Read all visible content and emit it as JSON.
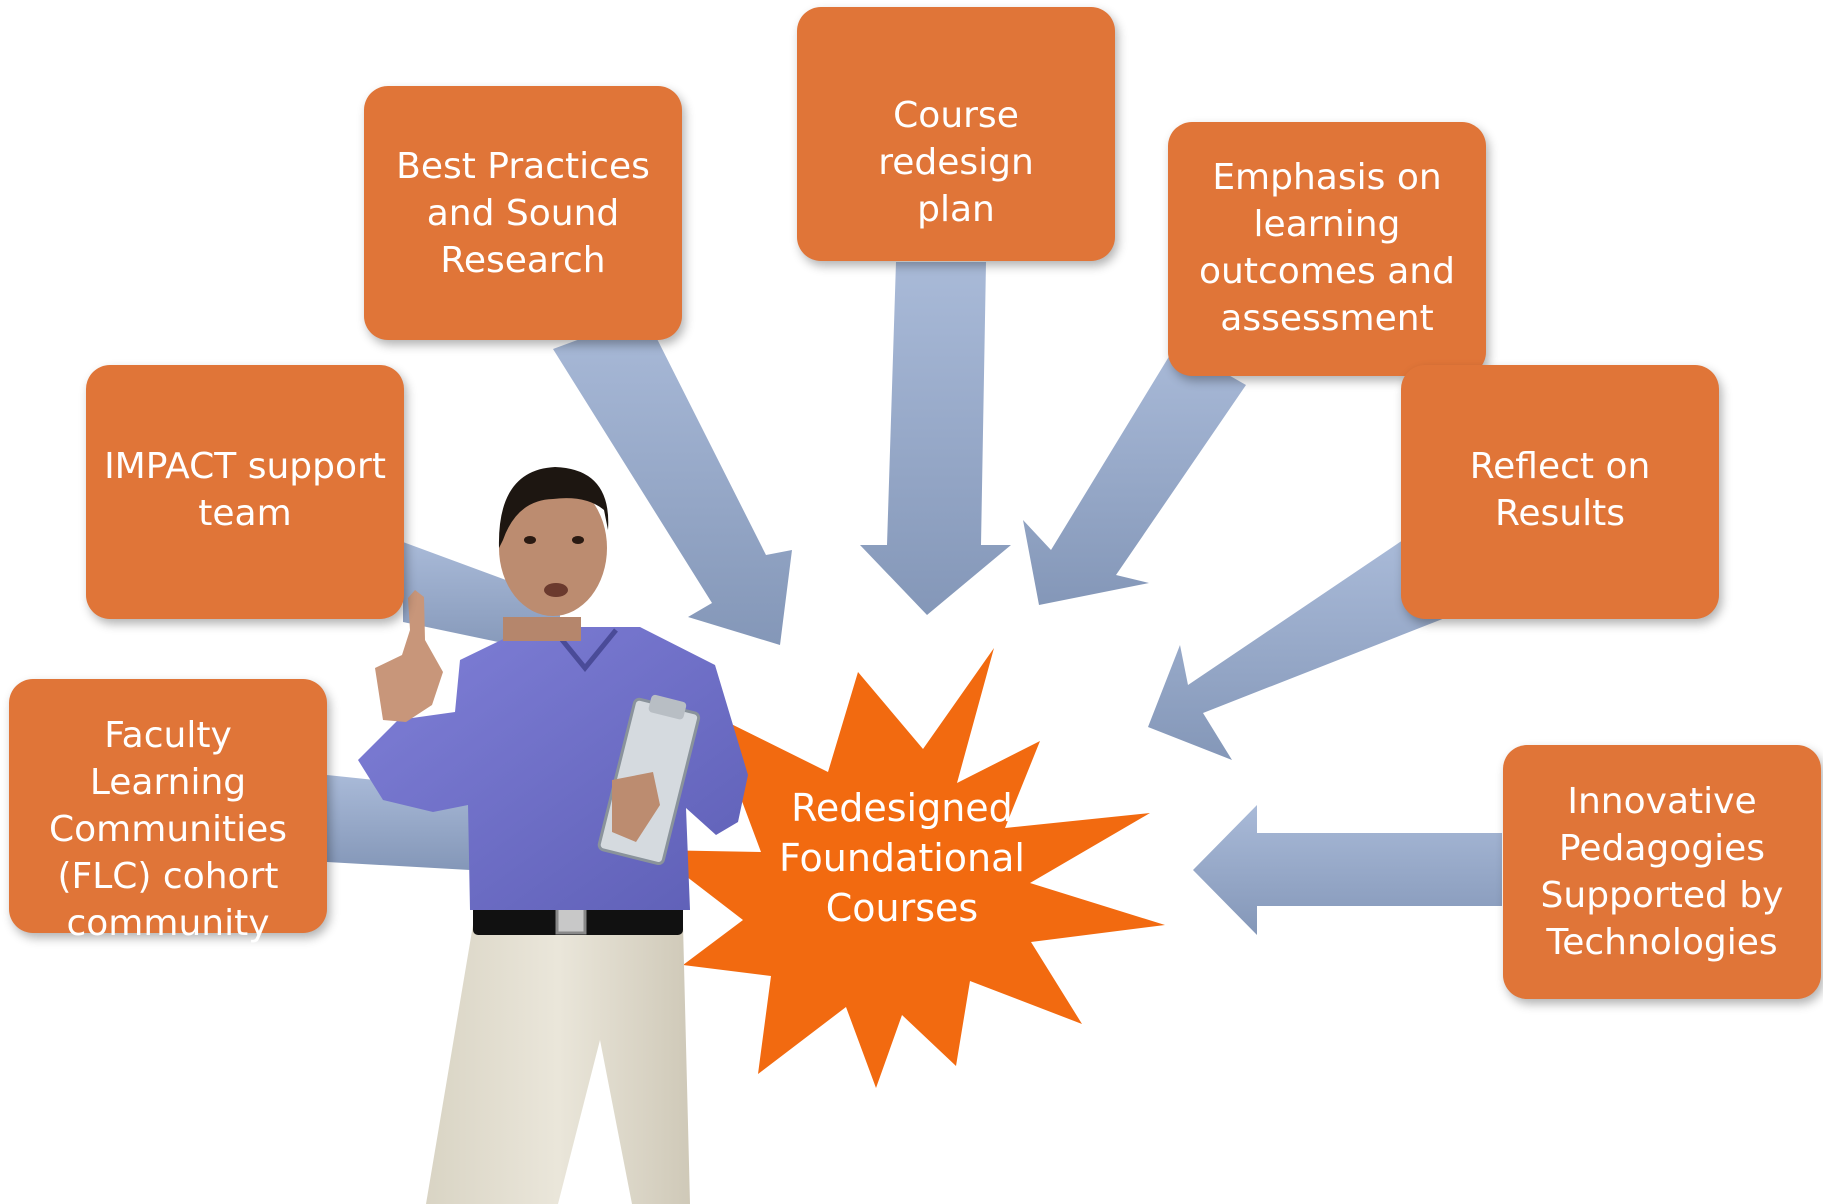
{
  "diagram": {
    "center_label": "Redesigned\nFoundational\nCourses",
    "boxes": [
      {
        "label": "Best Practices\nand Sound\nResearch"
      },
      {
        "label": "Course redesign\nplan"
      },
      {
        "label": "Emphasis on\nlearning\noutcomes and\nassessment"
      },
      {
        "label": "IMPACT support\nteam"
      },
      {
        "label": "Reflect on\nResults"
      },
      {
        "label": "Faculty Learning\nCommunities\n(FLC) cohort\ncommunity"
      },
      {
        "label": "Innovative\nPedagogies\nSupported by\nTechnologies"
      }
    ],
    "colors": {
      "box": "#E07538",
      "burst": "#F26A10",
      "arrow": "#95A7C8"
    }
  }
}
